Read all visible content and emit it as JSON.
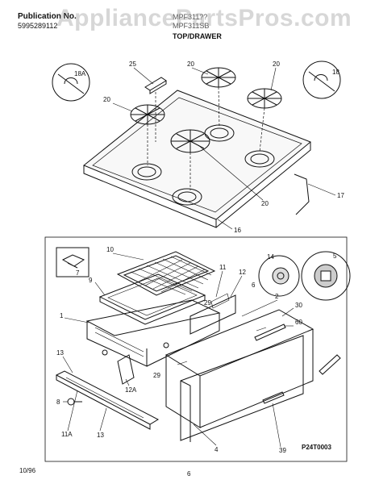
{
  "header": {
    "publication_label": "Publication No.",
    "publication_number": "5995289112",
    "model_line_1": "MPF311??",
    "model_line_2": "MPF311SB",
    "section_title": "TOP/DRAWER"
  },
  "watermark": "AppliancePartsPros.com",
  "callouts": {
    "c25": "25",
    "c20a": "20",
    "c20b": "20",
    "c20c": "20",
    "c20d": "20",
    "c18a": "18A",
    "c18": "18",
    "c17": "17",
    "c16": "16",
    "c10": "10",
    "c7": "7",
    "c9": "9",
    "c11": "11",
    "c12": "12",
    "c6": "6",
    "c14": "14",
    "c5": "5",
    "c1": "1",
    "c2": "2",
    "c30": "30",
    "c60": "60",
    "c29a": "29",
    "c29b": "29",
    "c13a": "13",
    "c13b": "13",
    "c12a": "12A",
    "c8": "8",
    "c11a": "11A",
    "c4": "4",
    "c39": "39"
  },
  "footer": {
    "date": "10/96",
    "page": "6",
    "figure_code": "P24T0003"
  },
  "colors": {
    "line": "#111111",
    "watermark": "#969696",
    "background": "#ffffff"
  }
}
